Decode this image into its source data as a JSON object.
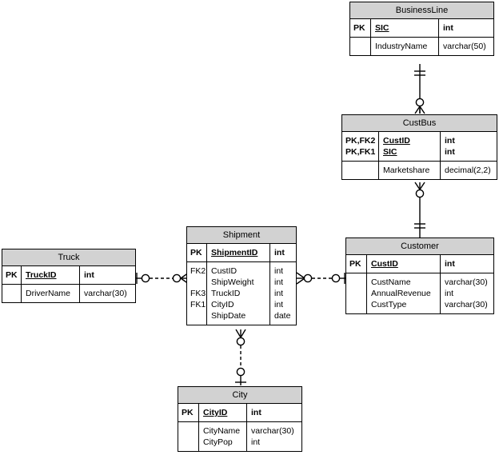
{
  "diagram": {
    "type": "entity-relationship-diagram",
    "notation": "crows-foot",
    "background_color": "#ffffff",
    "header_color": "#d2d2d2",
    "line_color": "#000000"
  },
  "entities": {
    "businessline": {
      "title": "BusinessLine",
      "pk_rows": [
        {
          "key": "PK",
          "name": "SIC",
          "type": "int"
        }
      ],
      "attr_rows": [
        {
          "key": "",
          "name": "IndustryName",
          "type": "varchar(50)"
        }
      ]
    },
    "custbus": {
      "title": "CustBus",
      "pk_rows": [
        {
          "key": "PK,FK2",
          "name": "CustID",
          "type": "int"
        },
        {
          "key": "PK,FK1",
          "name": "SIC",
          "type": "int"
        }
      ],
      "attr_rows": [
        {
          "key": "",
          "name": "Marketshare",
          "type": "decimal(2,2)"
        }
      ]
    },
    "customer": {
      "title": "Customer",
      "pk_rows": [
        {
          "key": "PK",
          "name": "CustID",
          "type": "int"
        }
      ],
      "attr_rows": [
        {
          "key": "",
          "name": "CustName",
          "type": "varchar(30)"
        },
        {
          "key": "",
          "name": "AnnualRevenue",
          "type": "int"
        },
        {
          "key": "",
          "name": "CustType",
          "type": "varchar(30)"
        }
      ]
    },
    "shipment": {
      "title": "Shipment",
      "pk_rows": [
        {
          "key": "PK",
          "name": "ShipmentID",
          "type": "int"
        }
      ],
      "attr_rows": [
        {
          "key": "FK2",
          "name": "CustID",
          "type": "int"
        },
        {
          "key": "",
          "name": "ShipWeight",
          "type": "int"
        },
        {
          "key": "FK3",
          "name": "TruckID",
          "type": "int"
        },
        {
          "key": "FK1",
          "name": "CityID",
          "type": "int"
        },
        {
          "key": "",
          "name": "ShipDate",
          "type": "date"
        }
      ]
    },
    "truck": {
      "title": "Truck",
      "pk_rows": [
        {
          "key": "PK",
          "name": "TruckID",
          "type": "int"
        }
      ],
      "attr_rows": [
        {
          "key": "",
          "name": "DriverName",
          "type": "varchar(30)"
        }
      ]
    },
    "city": {
      "title": "City",
      "pk_rows": [
        {
          "key": "PK",
          "name": "CityID",
          "type": "int"
        }
      ],
      "attr_rows": [
        {
          "key": "",
          "name": "CityName",
          "type": "varchar(30)"
        },
        {
          "key": "",
          "name": "CityPop",
          "type": "int"
        }
      ]
    }
  },
  "relationships": [
    {
      "name": "businessline-custbus",
      "from": "BusinessLine",
      "to": "CustBus",
      "line_style": "solid",
      "from_cardinality": "one-and-only-one",
      "to_cardinality": "zero-or-many"
    },
    {
      "name": "custbus-customer",
      "from": "CustBus",
      "to": "Customer",
      "line_style": "solid",
      "from_cardinality": "zero-or-many",
      "to_cardinality": "one-and-only-one"
    },
    {
      "name": "truck-shipment",
      "from": "Truck",
      "to": "Shipment",
      "line_style": "dashed",
      "from_cardinality": "one-or-zero",
      "to_cardinality": "zero-or-many"
    },
    {
      "name": "shipment-customer",
      "from": "Shipment",
      "to": "Customer",
      "line_style": "dashed",
      "from_cardinality": "zero-or-many",
      "to_cardinality": "one-or-zero"
    },
    {
      "name": "shipment-city",
      "from": "Shipment",
      "to": "City",
      "line_style": "dashed",
      "from_cardinality": "zero-or-many",
      "to_cardinality": "one-or-zero"
    }
  ]
}
